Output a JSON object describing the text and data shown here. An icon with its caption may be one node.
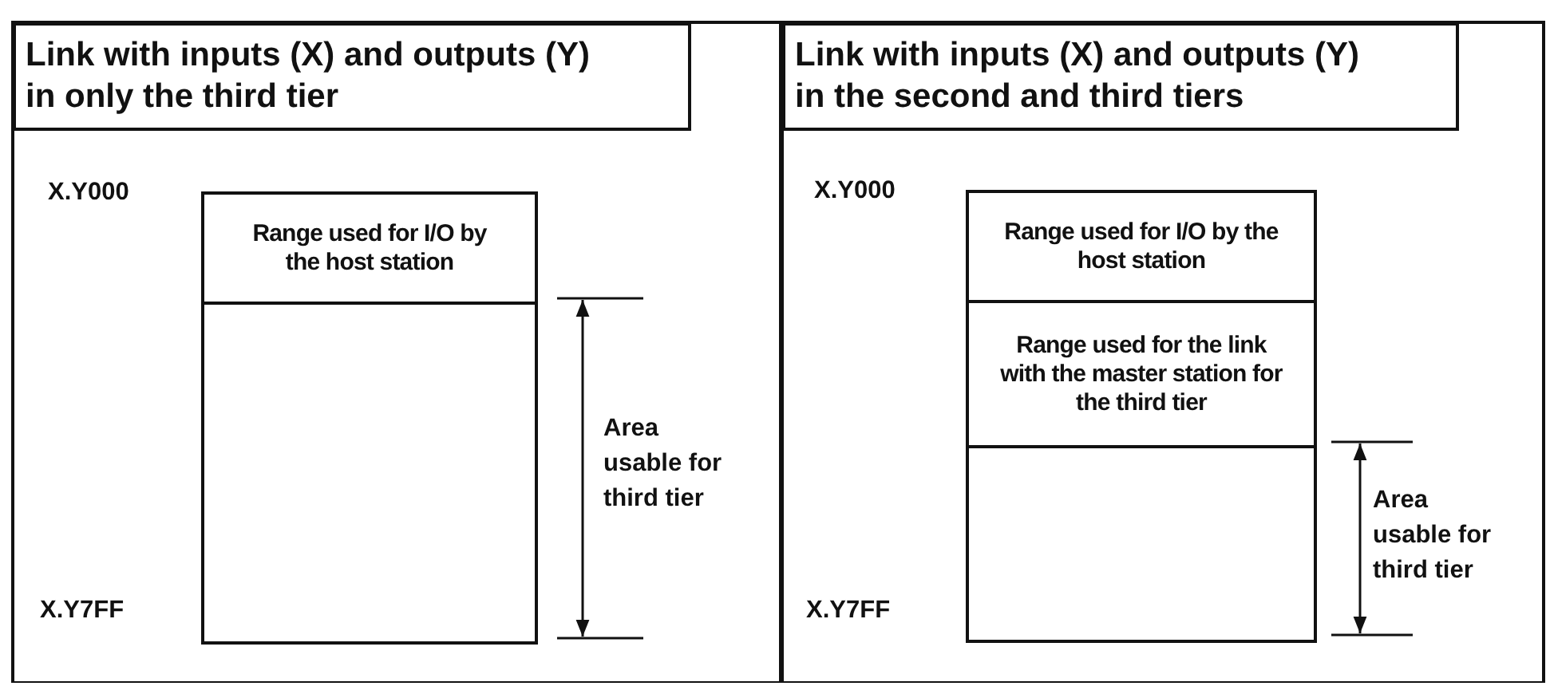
{
  "diagram": {
    "nodes": [
      {
        "text": [
          "Link with inputs (X) and outputs (Y) in only the third tier"
        ]
      },
      {
        "text": [
          "Range used for I/O by the host station"
        ],
        "in": 0
      },
      {
        "text": [],
        "shape": "box",
        "in": 0
      },
      {
        "text": [
          "Link with inputs (X) and outputs (Y) in the second and third tiers"
        ]
      },
      {
        "text": [
          "Range used for I/O by the host station"
        ],
        "in": 3
      },
      {
        "text": [
          "Range used for the link with the master station for the third tier"
        ],
        "in": 3
      },
      {
        "text": [],
        "shape": "box",
        "in": 3
      }
    ],
    "edges": [],
    "labels": [
      "X.Y000",
      "Area usable for third tier",
      "X.Y7FF",
      "X.Y000",
      "Area usable for third tier",
      "X.Y7FF"
    ]
  }
}
